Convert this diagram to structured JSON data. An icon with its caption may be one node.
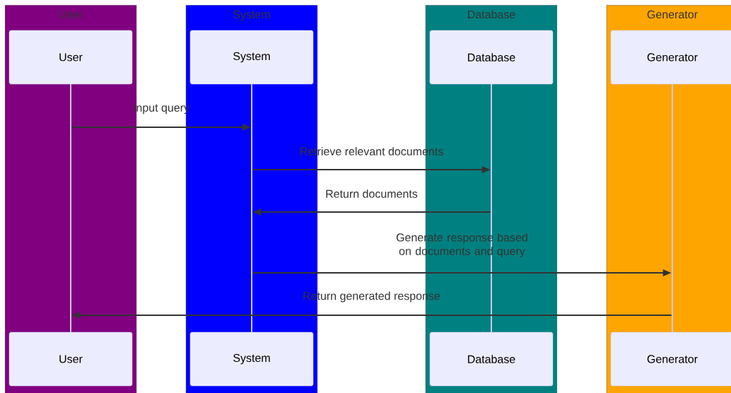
{
  "diagram": {
    "nodes": [
      {
        "text": [
          "User"
        ]
      },
      {
        "text": [
          "System"
        ]
      },
      {
        "text": [
          "Database"
        ]
      },
      {
        "text": [
          "Generator"
        ]
      },
      {
        "text": [
          "User"
        ],
        "in": 0
      },
      {
        "text": [
          "System"
        ],
        "in": 1
      },
      {
        "text": [
          "Database"
        ],
        "in": 2
      },
      {
        "text": [
          "Generator"
        ],
        "in": 3
      },
      {
        "text": [],
        "shape": "bar",
        "in": 0
      },
      {
        "text": [],
        "shape": "bar",
        "in": 1
      },
      {
        "text": [],
        "shape": "bar",
        "in": 2
      },
      {
        "text": [],
        "shape": "bar",
        "in": 3
      },
      {
        "text": [
          "User"
        ],
        "in": 0
      },
      {
        "text": [
          "System"
        ],
        "in": 1
      },
      {
        "text": [
          "Database"
        ],
        "in": 2
      },
      {
        "text": [
          "Generator"
        ],
        "in": 3
      }
    ],
    "edges": [
      {
        "from": 8,
        "to": 9,
        "arrow": "to",
        "label": "Input query"
      },
      {
        "from": 9,
        "to": 10,
        "arrow": "to",
        "label": "Retrieve relevant documents"
      },
      {
        "from": 10,
        "to": 9,
        "arrow": "to",
        "label": "Return documents"
      },
      {
        "from": 9,
        "to": 11,
        "arrow": "to",
        "label": "Generate response based on documents and query"
      },
      {
        "from": 11,
        "to": 8,
        "arrow": "to",
        "label": "Return generated response"
      }
    ]
  }
}
